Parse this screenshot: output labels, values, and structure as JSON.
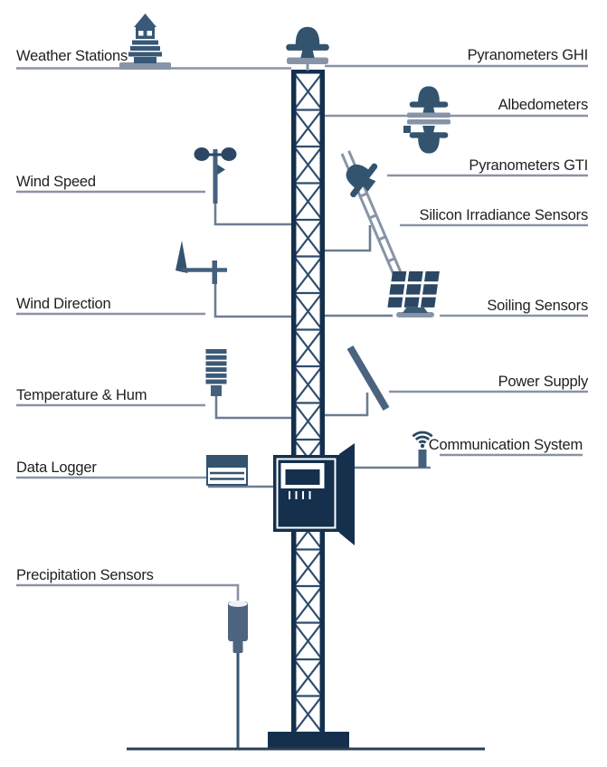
{
  "diagram": {
    "type": "labeled-equipment-diagram",
    "subject": "Meteorological / solar monitoring station lattice tower with instruments",
    "left_labels": {
      "weather_stations": "Weather Stations",
      "wind_speed": "Wind Speed",
      "wind_direction": "Wind Direction",
      "temperature_hum": "Temperature & Hum",
      "data_logger": "Data Logger",
      "precipitation_sensors": "Precipitation Sensors"
    },
    "right_labels": {
      "pyranometers_ghi": "Pyranometers GHI",
      "albedometers": "Albedometers",
      "pyranometers_gti": "Pyranometers GTI",
      "silicon_irradiance_sensors": "Silicon Irradiance Sensors",
      "soiling_sensors": "Soiling Sensors",
      "power_supply": "Power Supply",
      "communication_system": "Communication System"
    },
    "icons": {
      "weather_station": "stacked-beacon-sensor",
      "pyranometer_ghi": "dome-pyranometer-on-mast-top",
      "albedometer": "double-dome-pyranometer",
      "pyranometer_gti": "tilted-pyranometer-on-inclined-rail",
      "anemometer": "cup-anemometer",
      "wind_vane": "wind-direction-vane",
      "soiling_sensor": "small-pv-panel-on-stand",
      "temperature_humidity": "radiation-shield-stack",
      "power_supply": "tilted-solar-panel-edge",
      "data_logger": "logger-box",
      "communication": "wifi-antenna",
      "enclosure": "control-cabinet-on-tower",
      "precipitation": "rain-gauge-on-pole",
      "tower": "lattice-mast",
      "ground": "ground-line"
    },
    "colors": {
      "navy": "#14304d",
      "slate": "#33536e",
      "brace": "#2e4d6e",
      "steel": "#44607e",
      "light_gray": "#8794a8",
      "connector": "#6c7d93",
      "underline": "#8a93a4",
      "text": "#1f1f1f",
      "ground": "#2c3e52"
    }
  }
}
